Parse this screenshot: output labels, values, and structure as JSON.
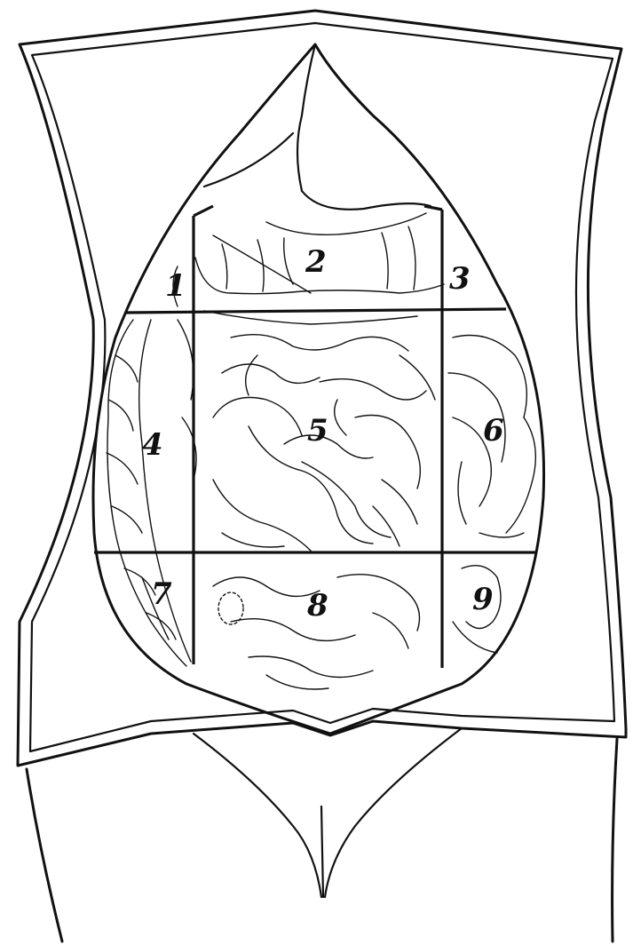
{
  "figure": {
    "regions": [
      {
        "id": "1",
        "label": "1"
      },
      {
        "id": "2",
        "label": "2"
      },
      {
        "id": "3",
        "label": "3"
      },
      {
        "id": "4",
        "label": "4"
      },
      {
        "id": "5",
        "label": "5"
      },
      {
        "id": "6",
        "label": "6"
      },
      {
        "id": "7",
        "label": "7"
      },
      {
        "id": "8",
        "label": "8"
      },
      {
        "id": "9",
        "label": "9"
      }
    ]
  }
}
